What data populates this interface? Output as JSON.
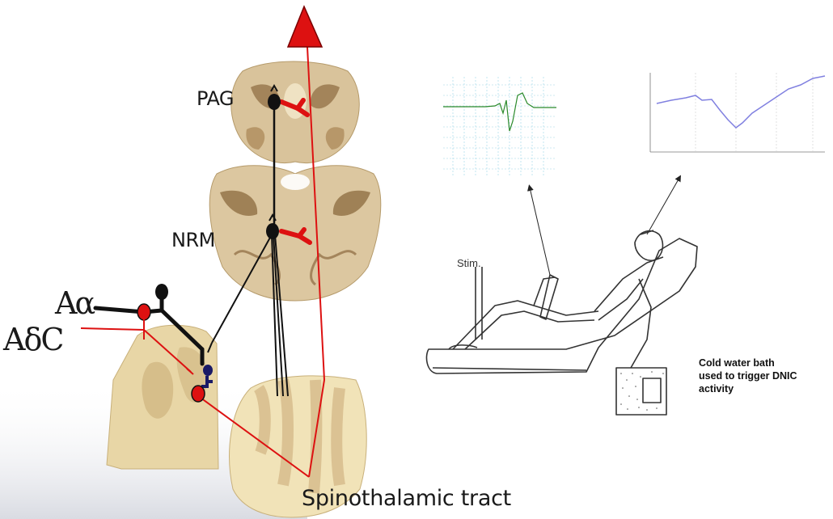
{
  "labels": {
    "pag": "PAG",
    "nrm": "NRM",
    "a_alpha": "Aα",
    "a_delta_c": "AδC",
    "spinothalamic": "Spinothalamic tract",
    "stim": "Stim."
  },
  "caption": {
    "line1": "Cold water bath",
    "line2": "used to trigger DNIC",
    "line3": "activity"
  },
  "colors": {
    "tract_red": "#dd1111",
    "neuron_black": "#111111",
    "interneuron_blue": "#1a1a66",
    "brainstem_beige": "#d8c49a",
    "brainstem_brown": "#8a6a3e",
    "cord_cream": "#f2e6bc",
    "emg_green": "#2b8a2b",
    "trace_blue": "#8080e0"
  },
  "icons": {
    "ascending_arrow": "red-triangle-icon",
    "synapse": "red-y-synapse-icon"
  }
}
